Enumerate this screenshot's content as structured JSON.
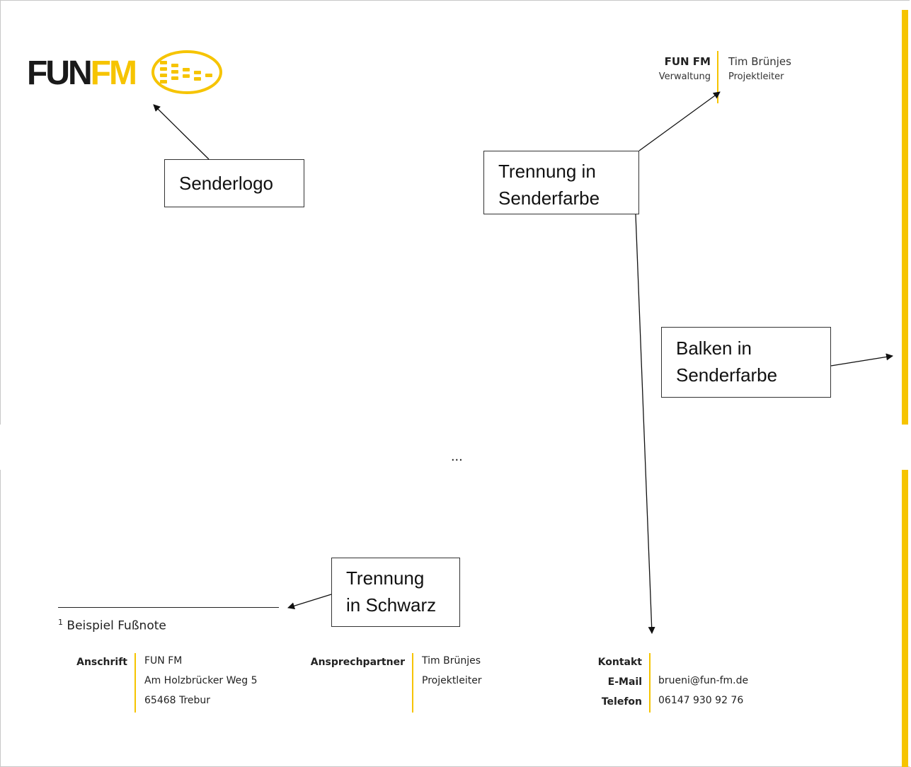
{
  "logo": {
    "brand_dark": "FUN",
    "brand_accent": "FM"
  },
  "header": {
    "station": "FUN FM",
    "department": "Verwaltung",
    "name": "Tim Brünjes",
    "role": "Projektleiter"
  },
  "callouts": {
    "logo": "Senderlogo",
    "separator_line1": "Trennung in",
    "separator_line2": "Senderfarbe",
    "bar_line1": "Balken in",
    "bar_line2": "Senderfarbe",
    "black_line1": "Trennung",
    "black_line2": "in Schwarz"
  },
  "ellipsis": "...",
  "footnote": {
    "marker": "1",
    "text": "Beispiel Fußnote"
  },
  "footer": {
    "address": {
      "label": "Anschrift",
      "line1": "FUN FM",
      "line2": "Am Holzbrücker Weg 5",
      "line3": "65468 Trebur"
    },
    "contact_person": {
      "label": "Ansprechpartner",
      "name": "Tim Brünjes",
      "role": "Projektleiter"
    },
    "contact": {
      "label": "Kontakt",
      "email_label": "E-Mail",
      "email": "brueni@fun-fm.de",
      "phone_label": "Telefon",
      "phone": "06147 930 92 76"
    }
  },
  "colors": {
    "brand": "#f6c400",
    "text": "#222222"
  }
}
